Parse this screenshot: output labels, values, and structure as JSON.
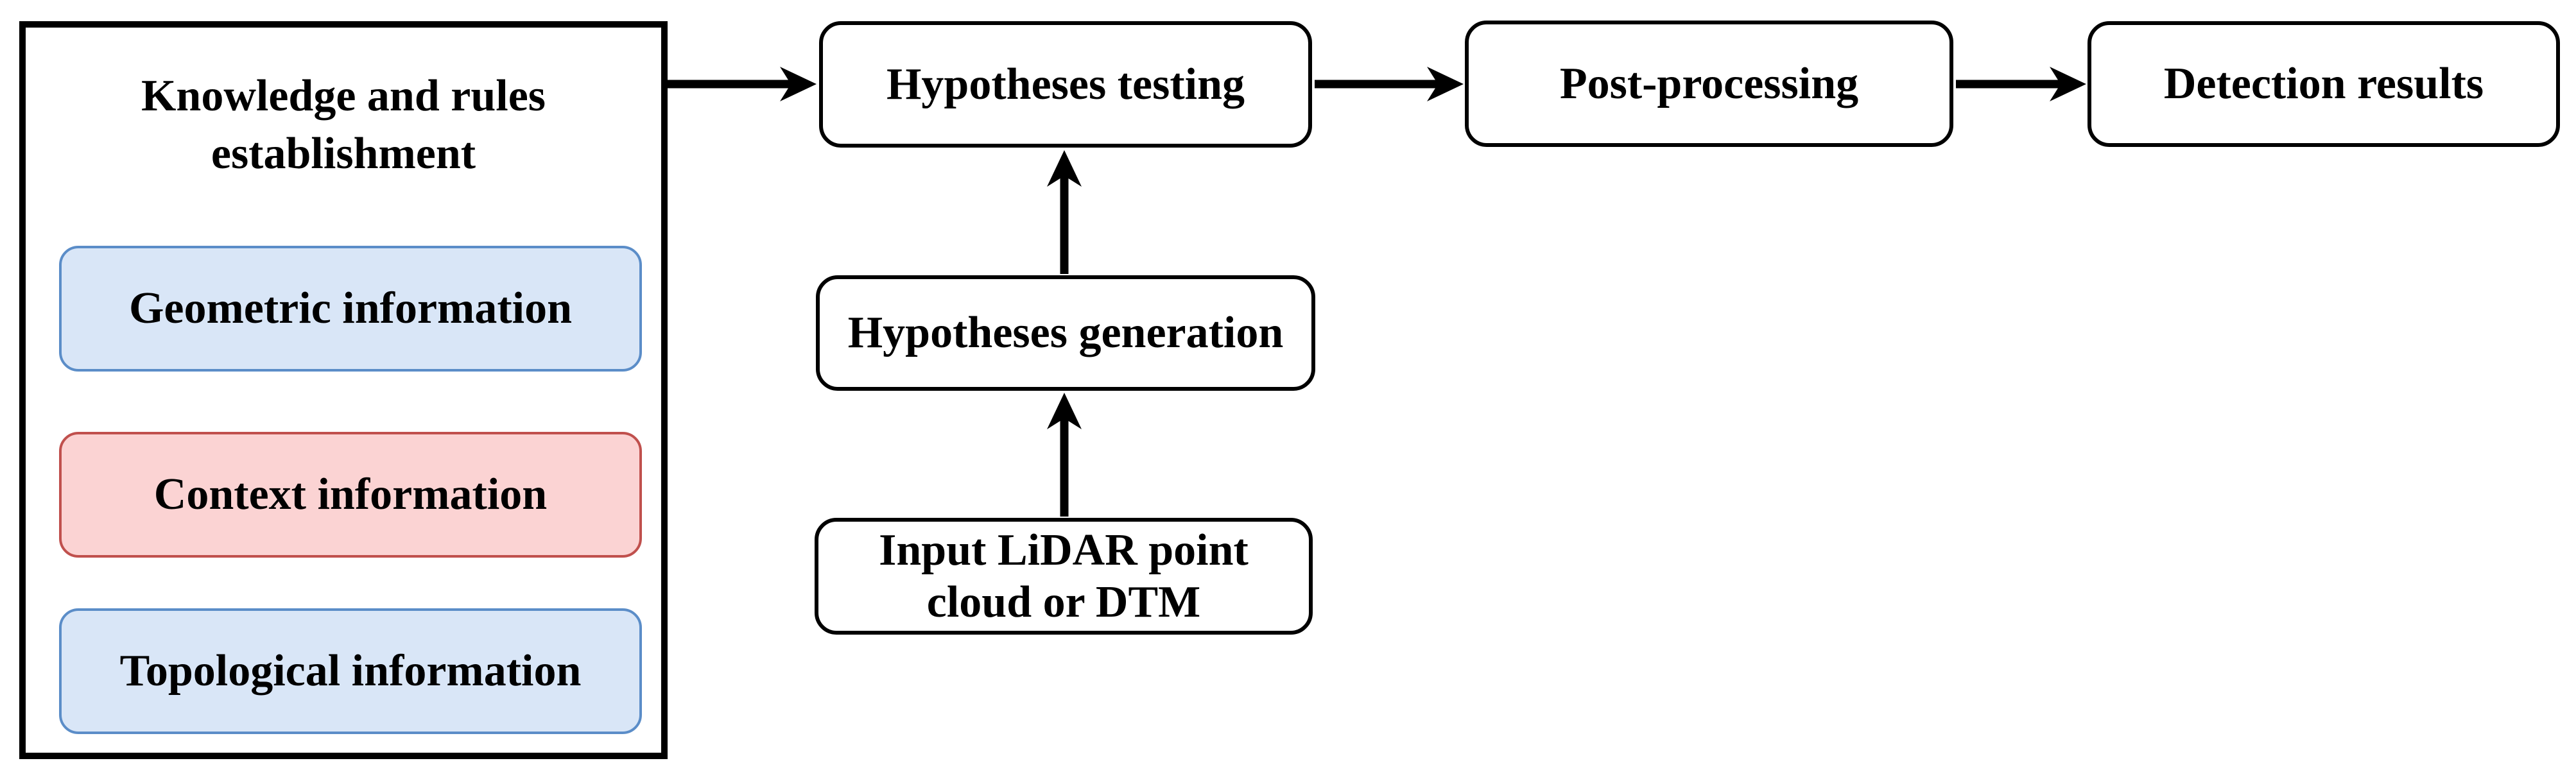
{
  "figure": {
    "background": "#ffffff",
    "knowledge_panel": {
      "title": "Knowledge and rules establishment",
      "border_color": "#000000",
      "items": [
        {
          "label": "Geometric information",
          "fill": "#d9e6f7",
          "border": "#5b8dc8"
        },
        {
          "label": "Context information",
          "fill": "#fbd3d3",
          "border": "#c0504d"
        },
        {
          "label": "Topological information",
          "fill": "#d9e6f7",
          "border": "#5b8dc8"
        }
      ]
    },
    "nodes": [
      {
        "id": "hypotheses-testing",
        "label": "Hypotheses testing"
      },
      {
        "id": "post-processing",
        "label": "Post-processing"
      },
      {
        "id": "detection-results",
        "label": "Detection results"
      },
      {
        "id": "hypotheses-generation",
        "label": "Hypotheses generation"
      },
      {
        "id": "input-lidar",
        "label": "Input LiDAR point cloud or DTM"
      }
    ],
    "edges": [
      {
        "from": "knowledge-panel",
        "to": "hypotheses-testing"
      },
      {
        "from": "hypotheses-testing",
        "to": "post-processing"
      },
      {
        "from": "post-processing",
        "to": "detection-results"
      },
      {
        "from": "hypotheses-generation",
        "to": "hypotheses-testing"
      },
      {
        "from": "input-lidar",
        "to": "hypotheses-generation"
      }
    ],
    "colors": {
      "node_fill": "#ffffff",
      "node_border": "#000000",
      "arrow": "#000000",
      "text": "#000000"
    }
  }
}
